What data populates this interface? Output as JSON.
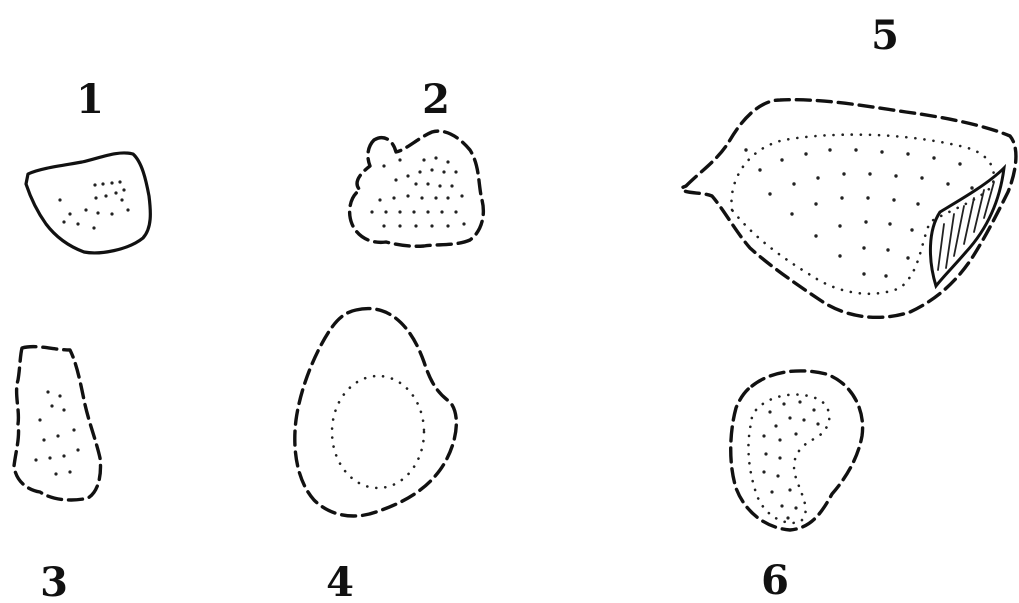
{
  "figure": {
    "labels": {
      "p1": "1",
      "p2": "2",
      "p3": "3",
      "p4": "4",
      "p5": "5",
      "p6": "6"
    },
    "ink_color": "#111111",
    "background_color": "#ffffff"
  }
}
